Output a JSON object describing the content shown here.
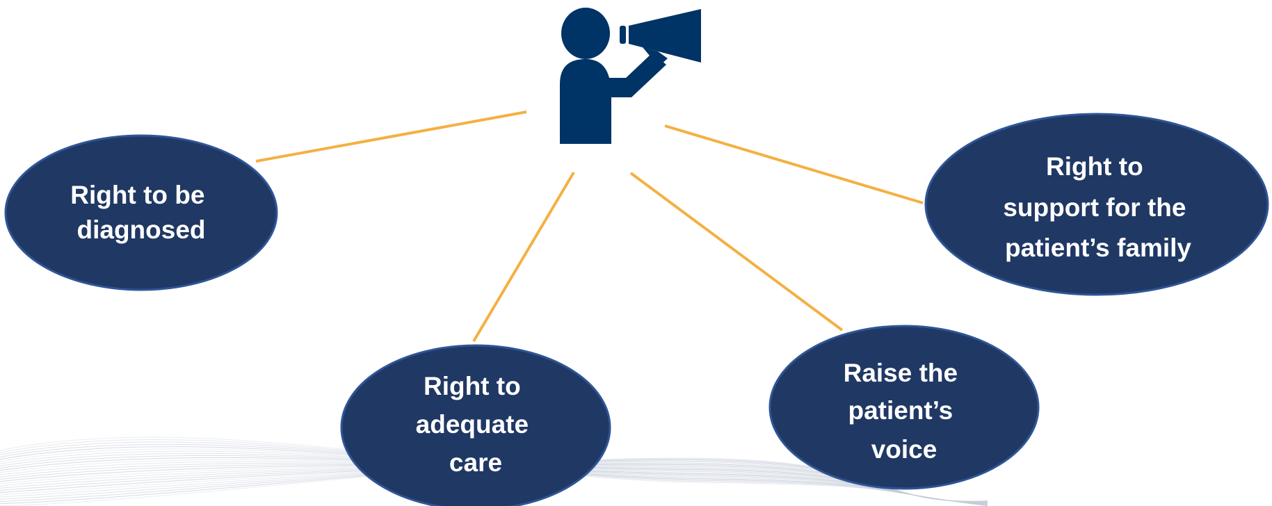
{
  "colors": {
    "background": "#ffffff",
    "node_fill": "#203864",
    "node_stroke": "#2f5597",
    "connector": "#f4b043",
    "icon": "#003366",
    "wave": "#c5ccd8"
  },
  "central_figure": {
    "icon": "person-with-megaphone-icon"
  },
  "nodes": [
    {
      "id": "diagnosed",
      "lines": [
        "Right to be",
        "diagnosed"
      ]
    },
    {
      "id": "adequate-care",
      "lines": [
        "Right to",
        "adequate",
        "care"
      ]
    },
    {
      "id": "patient-voice",
      "lines": [
        "Raise the",
        "patient’s",
        "voice"
      ]
    },
    {
      "id": "family-support",
      "lines": [
        "Right to",
        "support for the",
        "patient’s family"
      ]
    }
  ]
}
